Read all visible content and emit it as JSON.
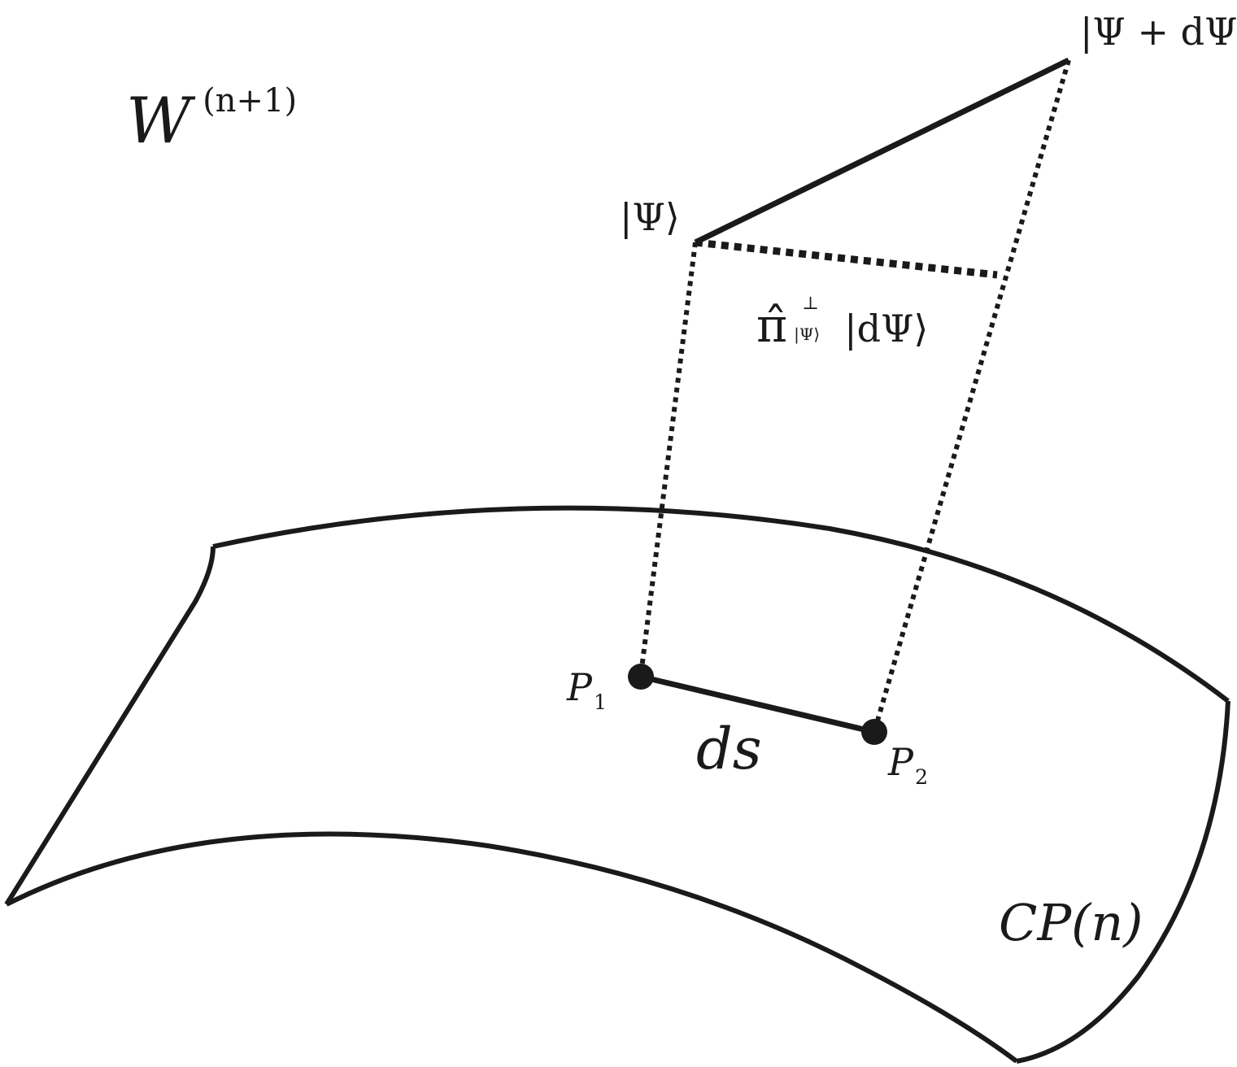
{
  "diagram": {
    "space_label": {
      "base": "W",
      "superscript": "(n+1)"
    },
    "manifold_label": "CP(n)",
    "state_psi": "|Ψ⟩",
    "state_psi_dpsi": "|Ψ + dΨ⟩",
    "projector": {
      "symbol": "π̂",
      "superscript": "⊥",
      "subscript": "|Ψ⟩",
      "ket": "|dΨ⟩"
    },
    "point_1": {
      "base": "P",
      "subscript": "1"
    },
    "point_2": {
      "base": "P",
      "subscript": "2"
    },
    "distance_label": "ds",
    "stroke_color": "#1a1a1a",
    "background": "#ffffff"
  }
}
